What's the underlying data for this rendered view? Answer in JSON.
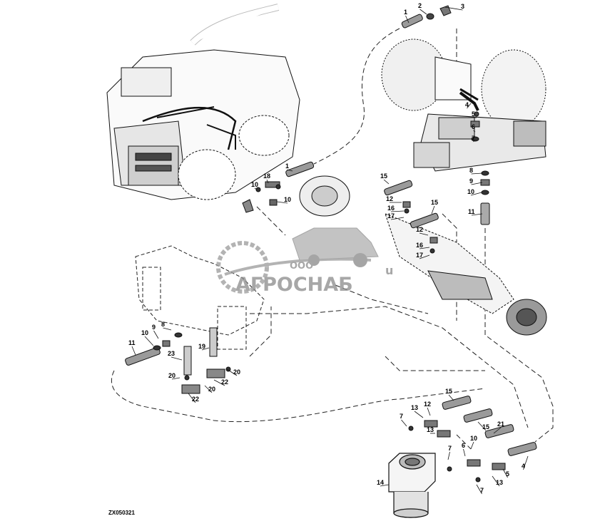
{
  "diagram_code": "ZX050321",
  "watermark": {
    "prefix": "ООО",
    "name": "АГРОСНАБ",
    "suffix": "u"
  },
  "callouts": [
    {
      "id": "c1a",
      "text": "1"
    },
    {
      "id": "c2a",
      "text": "2"
    },
    {
      "id": "c3a",
      "text": "3"
    },
    {
      "id": "c4a",
      "text": "4"
    },
    {
      "id": "c5a",
      "text": "5"
    },
    {
      "id": "c6a",
      "text": "6"
    },
    {
      "id": "c7a",
      "text": "7"
    },
    {
      "id": "c8a",
      "text": "8"
    },
    {
      "id": "c9a",
      "text": "9"
    },
    {
      "id": "c10a",
      "text": "10"
    },
    {
      "id": "c11a",
      "text": "11"
    },
    {
      "id": "c1b",
      "text": "1"
    },
    {
      "id": "c18a",
      "text": "18"
    },
    {
      "id": "c10b",
      "text": "10"
    },
    {
      "id": "c10c",
      "text": "10"
    },
    {
      "id": "c15a",
      "text": "15"
    },
    {
      "id": "c12a",
      "text": "12"
    },
    {
      "id": "c16a",
      "text": "16"
    },
    {
      "id": "c17a",
      "text": "17"
    },
    {
      "id": "c15b",
      "text": "15"
    },
    {
      "id": "c12b",
      "text": "12"
    },
    {
      "id": "c16b",
      "text": "16"
    },
    {
      "id": "c17b",
      "text": "17"
    },
    {
      "id": "c8b",
      "text": "8"
    },
    {
      "id": "c9b",
      "text": "9"
    },
    {
      "id": "c10d",
      "text": "10"
    },
    {
      "id": "c11b",
      "text": "11"
    },
    {
      "id": "c23a",
      "text": "23"
    },
    {
      "id": "c19a",
      "text": "19"
    },
    {
      "id": "c20a",
      "text": "20"
    },
    {
      "id": "c20b",
      "text": "20"
    },
    {
      "id": "c22a",
      "text": "22"
    },
    {
      "id": "c20c",
      "text": "20"
    },
    {
      "id": "c22b",
      "text": "22"
    },
    {
      "id": "c15c",
      "text": "15"
    },
    {
      "id": "c13a",
      "text": "13"
    },
    {
      "id": "c12c",
      "text": "12"
    },
    {
      "id": "c7b",
      "text": "7"
    },
    {
      "id": "c13b",
      "text": "13"
    },
    {
      "id": "c15d",
      "text": "15"
    },
    {
      "id": "c21a",
      "text": "21"
    },
    {
      "id": "c7c",
      "text": "7"
    },
    {
      "id": "c10e",
      "text": "10"
    },
    {
      "id": "c6b",
      "text": "6"
    },
    {
      "id": "c4b",
      "text": "4"
    },
    {
      "id": "c5b",
      "text": "5"
    },
    {
      "id": "c13c",
      "text": "13"
    },
    {
      "id": "c7d",
      "text": "7"
    },
    {
      "id": "c14a",
      "text": "14"
    }
  ]
}
